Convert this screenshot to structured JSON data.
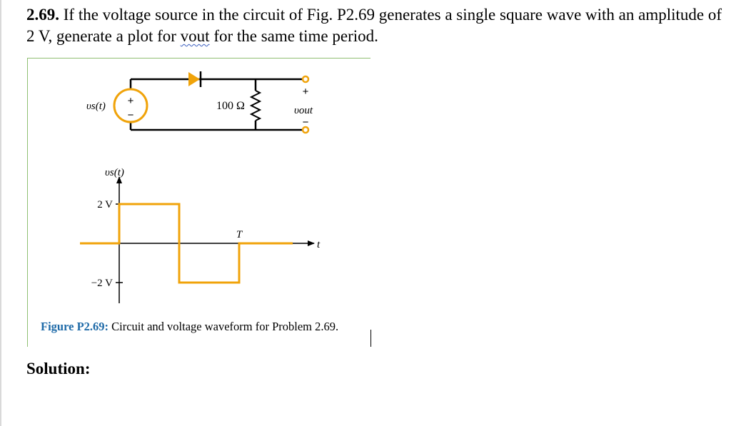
{
  "problem": {
    "number": "2.69.",
    "text_before": " If the voltage source in the circuit of Fig. P2.69 generates a single square wave with an amplitude of 2 V, generate a plot for ",
    "flagged_word": "vout",
    "text_after": " for the same time period."
  },
  "circuit": {
    "source_label": "υs(t)",
    "source_plus": "+",
    "source_minus": "−",
    "resistor_label": "100 Ω",
    "output_plus": "+",
    "output_label": "υout",
    "output_minus": "−"
  },
  "waveform": {
    "y_axis_label": "υs(t)",
    "high_label": "2 V",
    "low_label": "−2 V",
    "period_label": "T",
    "t_axis_label": "t",
    "amplitude_volts": 2
  },
  "caption": {
    "label": "Figure P2.69:",
    "text": " Circuit and voltage waveform for Problem 2.69."
  },
  "solution_heading": "Solution:",
  "colors": {
    "accent_orange": "#f0a30a",
    "caption_blue": "#1e6aa8",
    "frame_green": "#8fbf72"
  }
}
